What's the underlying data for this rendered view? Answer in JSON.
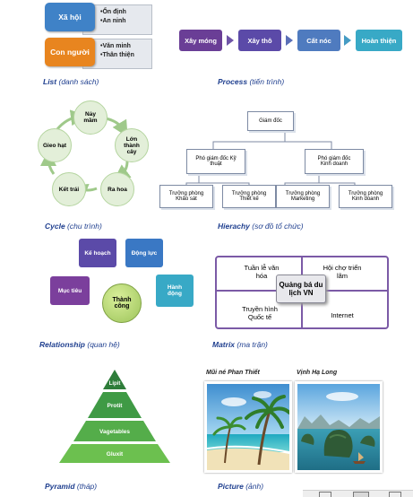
{
  "list": {
    "items": [
      {
        "label": "Xã hội",
        "bullets": [
          "Ổn định",
          "An ninh"
        ],
        "color": "#3f82c7"
      },
      {
        "label": "Con người",
        "bullets": [
          "Văn minh",
          "Thân thiện"
        ],
        "color": "#e8851f"
      }
    ],
    "caption": "List",
    "caption_sub": " (danh sách)"
  },
  "process": {
    "steps": [
      "Xây móng",
      "Xây thô",
      "Cất nóc",
      "Hoàn thiện"
    ],
    "colors": [
      "#6a3e96",
      "#5b4aa8",
      "#4f7bbf",
      "#38a9c6"
    ],
    "caption": "Process",
    "caption_sub": " (tiến trình)"
  },
  "cycle": {
    "nodes": [
      "Nảy mầm",
      "Lớn thành cây",
      "Ra hoa",
      "Kết trái",
      "Gieo hạt"
    ],
    "caption": "Cycle",
    "caption_sub": " (chu trình)"
  },
  "hierarchy": {
    "root": "Giám đốc",
    "deputies": [
      "Phó giám đốc Kỹ thuật",
      "Phó giám đốc Kinh doanh"
    ],
    "departments": [
      "Trưởng phòng Khảo sát",
      "Trưởng phòng Thiết kế",
      "Trưởng phòng Marketing",
      "Trưởng phòng Kinh doanh"
    ],
    "caption": "Hierachy",
    "caption_sub": " (sơ đồ tổ chức)"
  },
  "relationship": {
    "center": "Thành công",
    "nodes": [
      "Kế hoạch",
      "Động lực",
      "Hành động",
      "Mục tiêu"
    ],
    "caption": "Relationship",
    "caption_sub": " (quan hệ)"
  },
  "matrix": {
    "cells": [
      "Tuần lễ văn hóa",
      "Hội chợ triển lãm",
      "Truyền hình Quốc tế",
      "Internet"
    ],
    "center": "Quảng bá du lịch VN",
    "caption": "Matrix",
    "caption_sub": " (ma trận)"
  },
  "pyramid": {
    "levels": [
      "Lipit",
      "Protit",
      "Vagetables",
      "Gluxit"
    ],
    "caption": "Pyramid",
    "caption_sub": " (tháp)"
  },
  "picture": {
    "photos": [
      "Mũi né Phan Thiết",
      "Vịnh Hạ Long"
    ],
    "caption": "Picture",
    "caption_sub": " (ảnh)"
  }
}
